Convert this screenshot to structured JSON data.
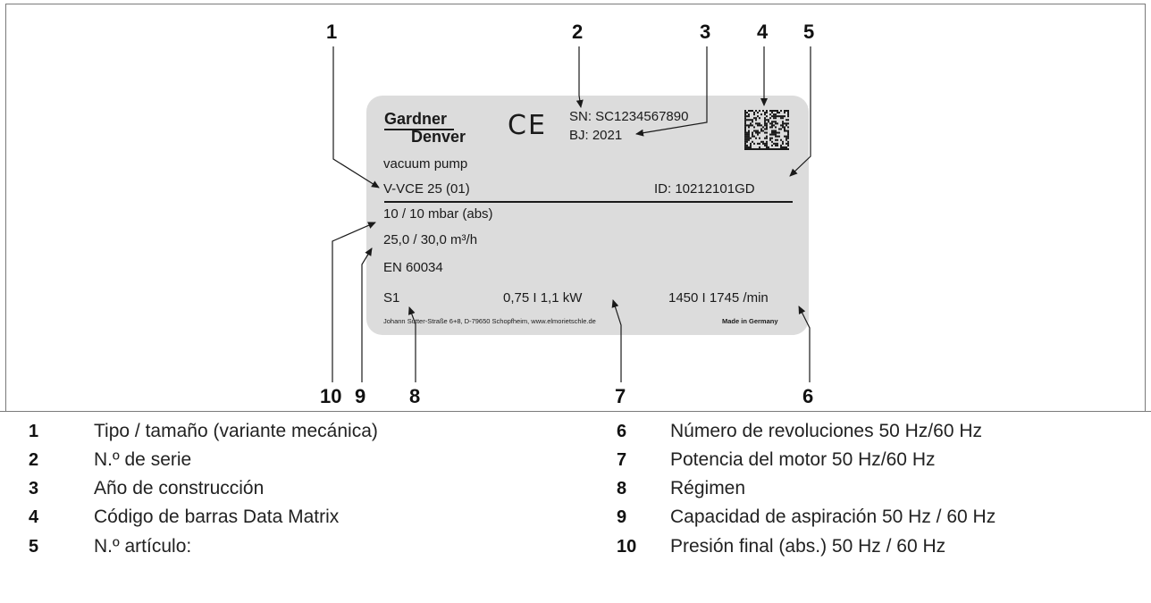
{
  "callouts": [
    "1",
    "2",
    "3",
    "4",
    "5",
    "6",
    "7",
    "8",
    "9",
    "10"
  ],
  "plate": {
    "logo_line1": "Gardner",
    "logo_line2": "Denver",
    "ce_mark": "CE",
    "serial": "SN: SC1234567890",
    "year": "BJ: 2021",
    "product": "vacuum pump",
    "type": "V-VCE 25  (01)",
    "id": "ID: 10212101GD",
    "pressure": "10  / 10 mbar (abs)",
    "capacity": "25,0  / 30,0 m³/h",
    "standard": "EN 60034",
    "duty": "S1",
    "power": "0,75 I 1,1 kW",
    "speed": "1450 I 1745 /min",
    "address": "Johann Sutter-Straße 6+8, D-79650 Schopfheim, www.elmorietschle.de",
    "made_in": "Made in Germany",
    "datamatrix_icon": "datamatrix-code-icon"
  },
  "legend": {
    "left": [
      {
        "num": "1",
        "text": "Tipo / tamaño (variante mecánica)"
      },
      {
        "num": "2",
        "text": "N.º de serie"
      },
      {
        "num": "3",
        "text": "Año de construcción"
      },
      {
        "num": "4",
        "text": "Código de barras Data Matrix"
      },
      {
        "num": "5",
        "text": "N.º artículo:"
      }
    ],
    "right": [
      {
        "num": "6",
        "text": "Número de revoluciones 50 Hz/60 Hz"
      },
      {
        "num": "7",
        "text": "Potencia del motor 50 Hz/60 Hz"
      },
      {
        "num": "8",
        "text": "Régimen"
      },
      {
        "num": "9",
        "text": "Capacidad de aspiración 50 Hz / 60 Hz"
      },
      {
        "num": "10",
        "text": "Presión final (abs.) 50 Hz / 60 Hz"
      }
    ]
  }
}
